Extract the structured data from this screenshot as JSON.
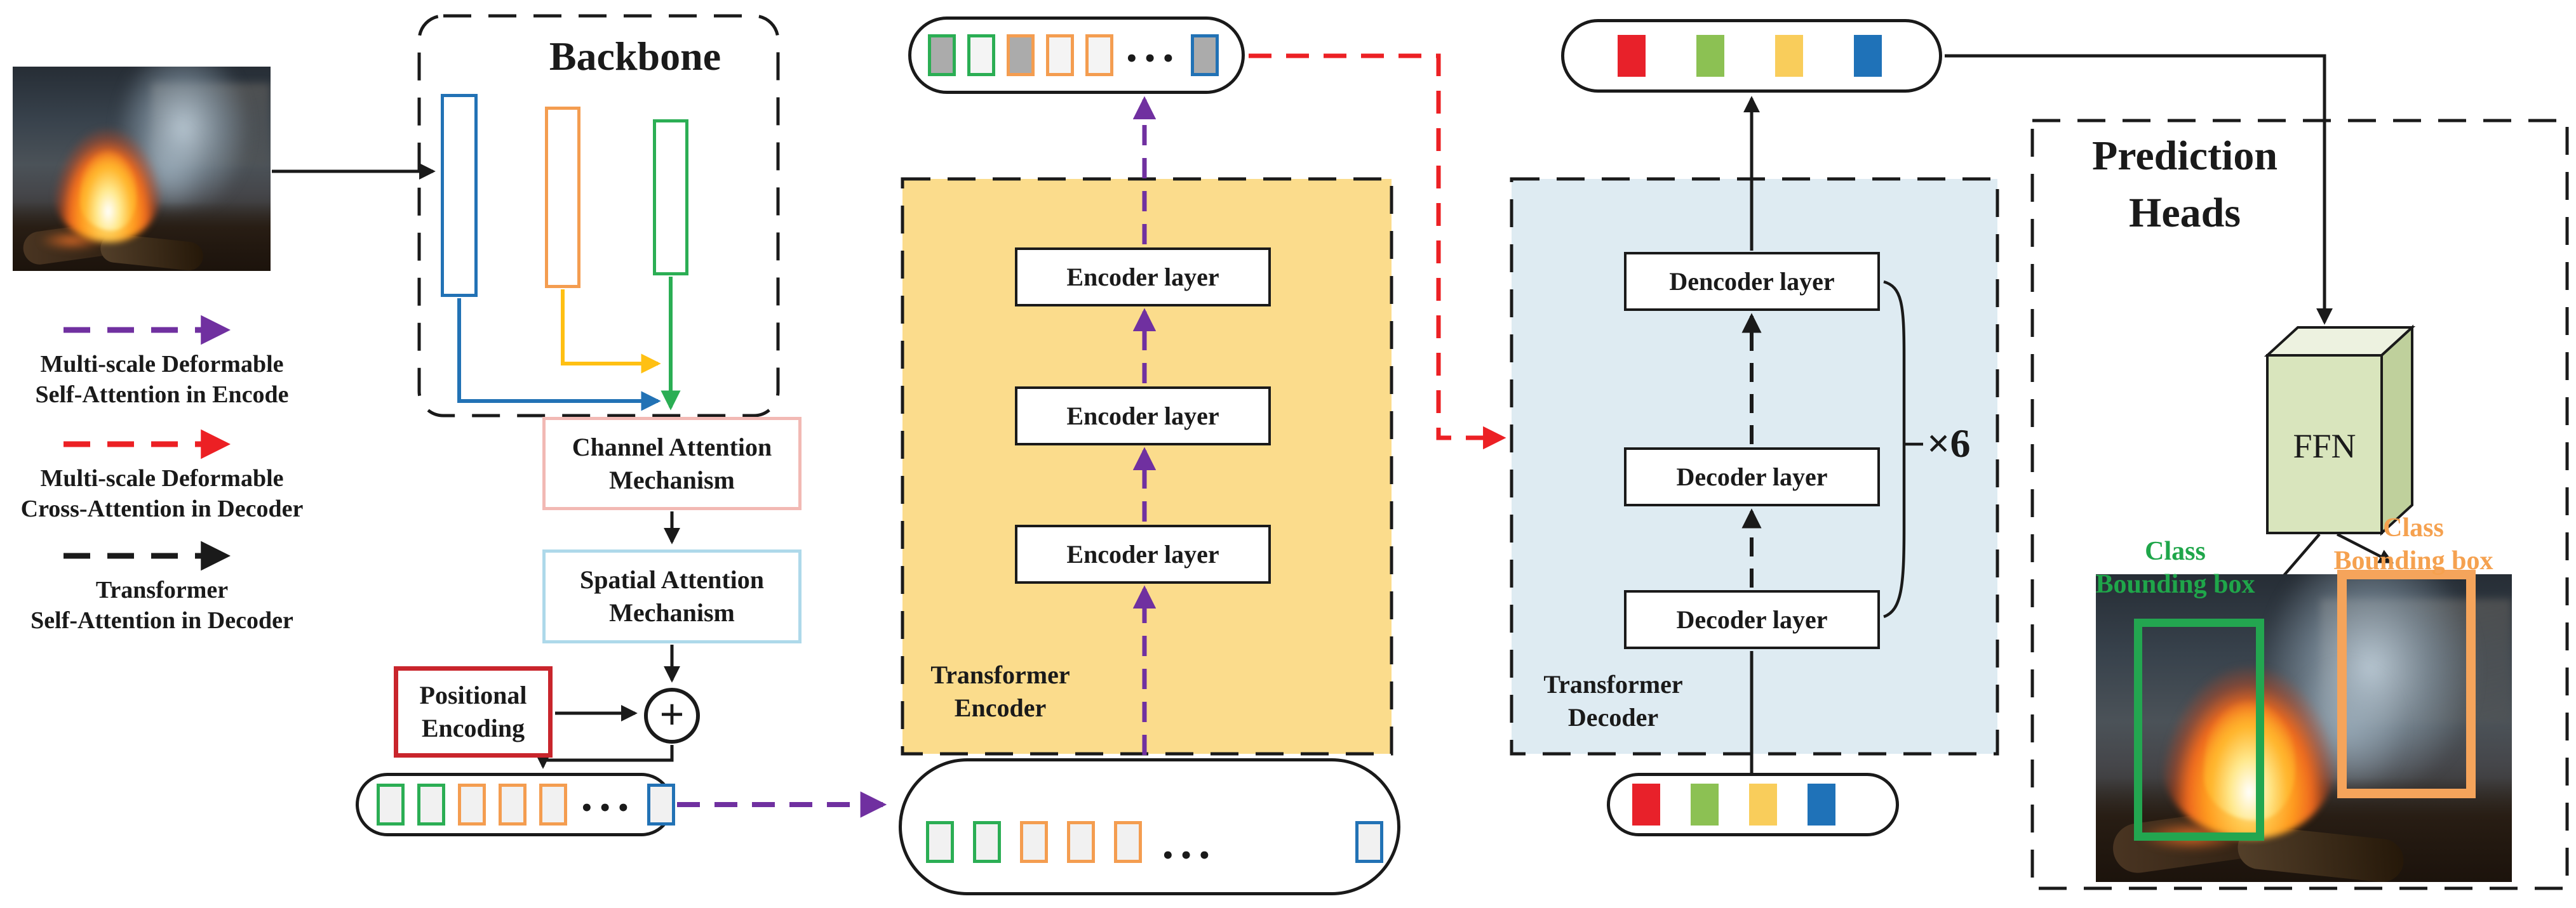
{
  "legend": {
    "items": [
      {
        "id": "multiscale-self-attention-encoder",
        "line1": "Multi-scale Deformable",
        "line2": "Self-Attention in Encode",
        "color": "#7030A0"
      },
      {
        "id": "multiscale-cross-attention-decoder",
        "line1": "Multi-scale Deformable",
        "line2": "Cross-Attention in Decoder",
        "color": "#EC2024"
      },
      {
        "id": "transformer-self-attention-decoder",
        "line1": "Transformer",
        "line2": "Self-Attention in Decoder",
        "color": "#1A1A1A"
      }
    ]
  },
  "backbone": {
    "title": "Backbone",
    "stage_colors": [
      "#2272B5",
      "#F49D50",
      "#2BAE54"
    ]
  },
  "attention": {
    "channel": {
      "line1": "Channel Attention",
      "line2": "Mechanism",
      "border_color": "#F2B9B4"
    },
    "spatial": {
      "line1": "Spatial Attention",
      "line2": "Mechanism",
      "border_color": "#AED9EA"
    },
    "positional": {
      "line1": "Positional",
      "line2": "Encoding",
      "border_color": "#C9252C"
    },
    "plus_symbol": "+"
  },
  "encoder": {
    "label_line1": "Transformer",
    "label_line2": "Encoder",
    "fill_color": "#FBDC8C",
    "layers": [
      "Encoder layer",
      "Encoder layer",
      "Encoder layer"
    ]
  },
  "decoder": {
    "label_line1": "Transformer",
    "label_line2": "Decoder",
    "fill_color": "#DEEBF2",
    "repeat_label": "×6",
    "layers": [
      "Dencoder layer",
      "Decoder layer",
      "Decoder layer"
    ]
  },
  "prediction": {
    "title_line1": "Prediction",
    "title_line2": "Heads",
    "ffn_label": "FFN",
    "green_label": {
      "line1": "Class",
      "line2": "Bounding box",
      "color": "#1FA64A",
      "box_color": "#23A650"
    },
    "orange_label": {
      "line1": "Class",
      "line2": "Bounding box",
      "color": "#F5A14F",
      "box_color": "#F5A45B"
    }
  },
  "ellipsis": "•••",
  "token_rows": {
    "backbone_features": [
      {
        "border": "#2BAE54",
        "fill": "#F1F1F1"
      },
      {
        "border": "#2BAE54",
        "fill": "#F1F1F1"
      },
      {
        "border": "#F49D50",
        "fill": "#F1F1F1"
      },
      {
        "border": "#F49D50",
        "fill": "#F1F1F1"
      },
      {
        "border": "#F49D50",
        "fill": "#F1F1F1"
      },
      {
        "dots": true
      },
      {
        "border": "#2272B5",
        "fill": "#F1F1F1"
      }
    ],
    "encoder_input": [
      {
        "border": "#2BAE54",
        "fill": "#F1F1F1"
      },
      {
        "border": "#2BAE54",
        "fill": "#F1F1F1"
      },
      {
        "border": "#F49D50",
        "fill": "#F1F1F1"
      },
      {
        "border": "#F49D50",
        "fill": "#F1F1F1"
      },
      {
        "border": "#F49D50",
        "fill": "#F1F1F1"
      },
      {
        "dots": true
      },
      {
        "border": "#2272B5",
        "fill": "#F1F1F1",
        "gap_before": 190
      }
    ],
    "encoder_output": [
      {
        "border": "#2BAE54",
        "fill": "#ABABAB"
      },
      {
        "border": "#2BAE54",
        "fill": "#F4F4F4"
      },
      {
        "border": "#F49D50",
        "fill": "#ABABAB"
      },
      {
        "border": "#F49D50",
        "fill": "#F4F4F4"
      },
      {
        "border": "#F49D50",
        "fill": "#F4F4F4"
      },
      {
        "dots": true
      },
      {
        "border": "#2272B5",
        "fill": "#ABABAB"
      }
    ],
    "object_queries": [
      {
        "border": "#E8212A",
        "fill": "#E8212A"
      },
      {
        "border": "#8CC153",
        "fill": "#8CC153"
      },
      {
        "border": "#F9CD5B",
        "fill": "#F9CD5B"
      },
      {
        "border": "#1F72B8",
        "fill": "#1F72B8"
      }
    ],
    "decoder_output": [
      {
        "border": "#E8212A",
        "fill": "#E8212A"
      },
      {
        "border": "#8CC153",
        "fill": "#8CC153"
      },
      {
        "border": "#F9CD5B",
        "fill": "#F9CD5B"
      },
      {
        "border": "#1F72B8",
        "fill": "#1F72B8"
      }
    ]
  }
}
